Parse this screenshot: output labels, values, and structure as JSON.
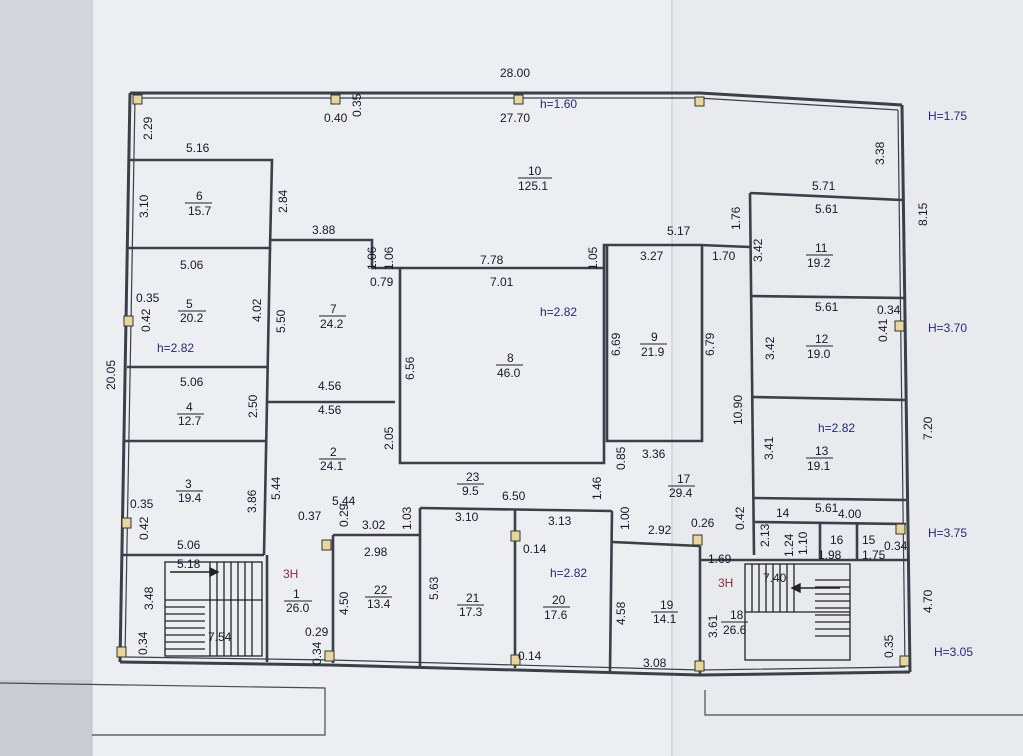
{
  "plan": {
    "overall_width": "28.00",
    "inner_top": "27.70",
    "top_h": "h=1.60",
    "top_035": "0.35",
    "top_040": "0.40",
    "left_229": "2.29",
    "left_2005": "20.05",
    "right_338": "3.38",
    "right_815": "8.15",
    "right_720": "7.20",
    "right_470": "4.70",
    "right_1090": "10.90",
    "H_175": "H=1.75",
    "H_370": "H=3.70",
    "H_375": "H=3.75",
    "H_305": "H=3.05",
    "h_282_a": "h=2.82",
    "h_282_b": "h=2.82",
    "h_282_c": "h=2.82",
    "h_282_d": "h=2.82",
    "zn_left": "3Н",
    "zn_right": "3Н"
  },
  "rooms": {
    "r1": {
      "num": "1",
      "area": "26.0"
    },
    "r2": {
      "num": "2",
      "area": "24.1"
    },
    "r3": {
      "num": "3",
      "area": "19.4"
    },
    "r4": {
      "num": "4",
      "area": "12.7"
    },
    "r5": {
      "num": "5",
      "area": "20.2"
    },
    "r6": {
      "num": "6",
      "area": "15.7"
    },
    "r7": {
      "num": "7",
      "area": "24.2"
    },
    "r8": {
      "num": "8",
      "area": "46.0"
    },
    "r9": {
      "num": "9",
      "area": "21.9"
    },
    "r10": {
      "num": "10",
      "area": "125.1"
    },
    "r11": {
      "num": "11",
      "area": "19.2"
    },
    "r12": {
      "num": "12",
      "area": "19.0"
    },
    "r13": {
      "num": "13",
      "area": "19.1"
    },
    "r14": {
      "num": "14"
    },
    "r15": {
      "num": "15",
      "area": "1.75"
    },
    "r16": {
      "num": "16",
      "area": "1.98"
    },
    "r17": {
      "num": "17",
      "area": "29.4"
    },
    "r18": {
      "num": "18",
      "area": "26.6"
    },
    "r19": {
      "num": "19",
      "area": "14.1"
    },
    "r20": {
      "num": "20",
      "area": "17.6"
    },
    "r21": {
      "num": "21",
      "area": "17.3"
    },
    "r22": {
      "num": "22",
      "area": "13.4"
    },
    "r23": {
      "num": "23",
      "area": "9.5"
    }
  },
  "dims": {
    "d_516": "5.16",
    "d_310": "3.10",
    "d_284": "2.84",
    "d_388": "3.88",
    "d_106a": "1.06",
    "d_106b": "1.06",
    "d_079": "0.79",
    "d_778": "7.78",
    "d_701": "7.01",
    "d_105": "1.05",
    "d_327": "3.27",
    "d_517": "5.17",
    "d_170": "1.70",
    "d_176": "1.76",
    "d_342a": "3.42",
    "d_571": "5.71",
    "d_561a": "5.61",
    "d_561b": "5.61",
    "d_561c": "5.61",
    "d_034": "0.34",
    "d_041": "0.41",
    "d_342b": "3.42",
    "d_341": "3.41",
    "d_506a": "5.06",
    "d_035a": "0.35",
    "d_042a": "0.42",
    "d_402": "4.02",
    "d_550": "5.50",
    "d_656": "6.56",
    "d_669": "6.69",
    "d_679": "6.79",
    "d_506b": "5.06",
    "d_250": "2.50",
    "d_456a": "4.56",
    "d_456b": "4.56",
    "d_205": "2.05",
    "d_085": "0.85",
    "d_336": "3.36",
    "d_146": "1.46",
    "d_650": "6.50",
    "d_386": "3.86",
    "d_544a": "5.44",
    "d_544b": "5.44",
    "d_035b": "0.35",
    "d_042b": "0.42",
    "d_506c": "5.06",
    "d_037": "0.37",
    "d_029a": "0.29",
    "d_302": "3.02",
    "d_103": "1.03",
    "d_310b": "3.10",
    "d_313": "3.13",
    "d_014a": "0.14",
    "d_100": "1.00",
    "d_292": "2.92",
    "d_026": "0.26",
    "d_042c": "0.42",
    "d_213": "2.13",
    "d_124": "1.24",
    "d_400": "4.00",
    "d_034b": "0.34",
    "d_169": "1.69",
    "d_298": "2.98",
    "d_518": "5.18",
    "d_348": "3.48",
    "d_754": "7.54",
    "d_034c": "0.34",
    "d_029b": "0.29",
    "d_034d": "0.34",
    "d_450": "4.50",
    "d_563": "5.63",
    "d_458": "4.58",
    "d_361": "3.61",
    "d_740": "7.40",
    "d_035c": "0.35",
    "d_014b": "0.14",
    "d_308": "3.08"
  },
  "colors": {
    "paper": "#eef0f4",
    "wall": "#3a3f4a",
    "ink": "#15192a",
    "note": "#232a78",
    "zone": "#8b2a3a"
  }
}
